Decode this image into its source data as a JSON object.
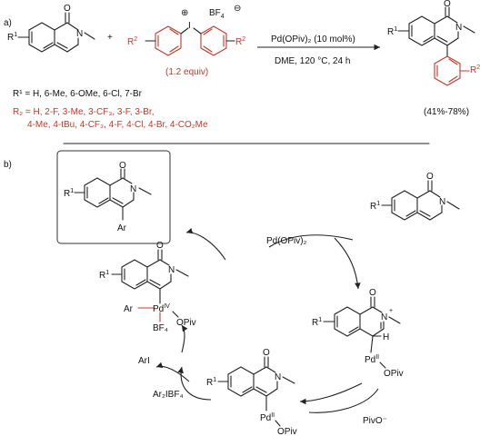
{
  "part_a": {
    "label": "a)",
    "reactant1": {
      "substituent": "R",
      "substituent_sup": "1",
      "heteroatom": "N",
      "carbonyl_o": "O"
    },
    "reagent": {
      "substituent_left": "R",
      "substituent_left_sup": "2",
      "substituent_right": "R",
      "substituent_right_sup": "2",
      "iodine": "I",
      "iodine_charge": "⊕",
      "counterion": "BF",
      "counterion_sub": "4",
      "counterion_charge": "⊖",
      "equiv": "(1.2 equiv)"
    },
    "plus": "+",
    "conditions_top": "Pd(OPiv)₂ (10 mol%)",
    "conditions_bottom": "DME, 120 °C, 24 h",
    "product": {
      "substituent": "R",
      "substituent_sup": "1",
      "heteroatom": "N",
      "carbonyl_o": "O",
      "aryl_substituent": "R",
      "aryl_substituent_sup": "2"
    },
    "r1_scope": "R¹ = H, 6-Me, 6-OMe, 6-Cl, 7-Br",
    "r2_scope_line1": "R₂ = H, 2-F, 3-Me, 3-CF₃, 3-F, 3-Br,",
    "r2_scope_line2": "4-Me, 4-tBu, 4-CF₃, 4-F, 4-Cl, 4-Br, 4-CO₂Me",
    "yield": "(41%-78%)"
  },
  "part_b": {
    "label": "b)",
    "catalyst": "Pd(OPiv)₂",
    "product_box": {
      "substituent": "R",
      "substituent_sup": "1",
      "heteroatom": "N",
      "carbonyl_o": "O",
      "aryl": "Ar"
    },
    "substrate": {
      "substituent": "R",
      "substituent_sup": "1",
      "heteroatom": "N",
      "carbonyl_o": "O"
    },
    "intermediate_pd2_h": {
      "substituent": "R",
      "substituent_sup": "1",
      "heteroatom": "N",
      "plus": "+",
      "carbonyl_o": "O",
      "h": "H",
      "pd": "Pd",
      "pd_ox": "II",
      "opiv": "OPiv"
    },
    "intermediate_pd2": {
      "substituent": "R",
      "substituent_sup": "1",
      "heteroatom": "N",
      "carbonyl_o": "O",
      "pd": "Pd",
      "pd_ox": "II",
      "opiv": "OPiv"
    },
    "intermediate_pd4": {
      "substituent": "R",
      "substituent_sup": "1",
      "heteroatom": "N",
      "carbonyl_o": "O",
      "aryl": "Ar",
      "pd": "Pd",
      "pd_ox": "IV",
      "bf4": "BF₄",
      "opiv": "OPiv"
    },
    "base": "PivO⁻",
    "oxidant": "Ar₂IBF₄",
    "byproduct": "ArI"
  },
  "colors": {
    "accent_red": "#c0392b",
    "ink": "#111111"
  }
}
